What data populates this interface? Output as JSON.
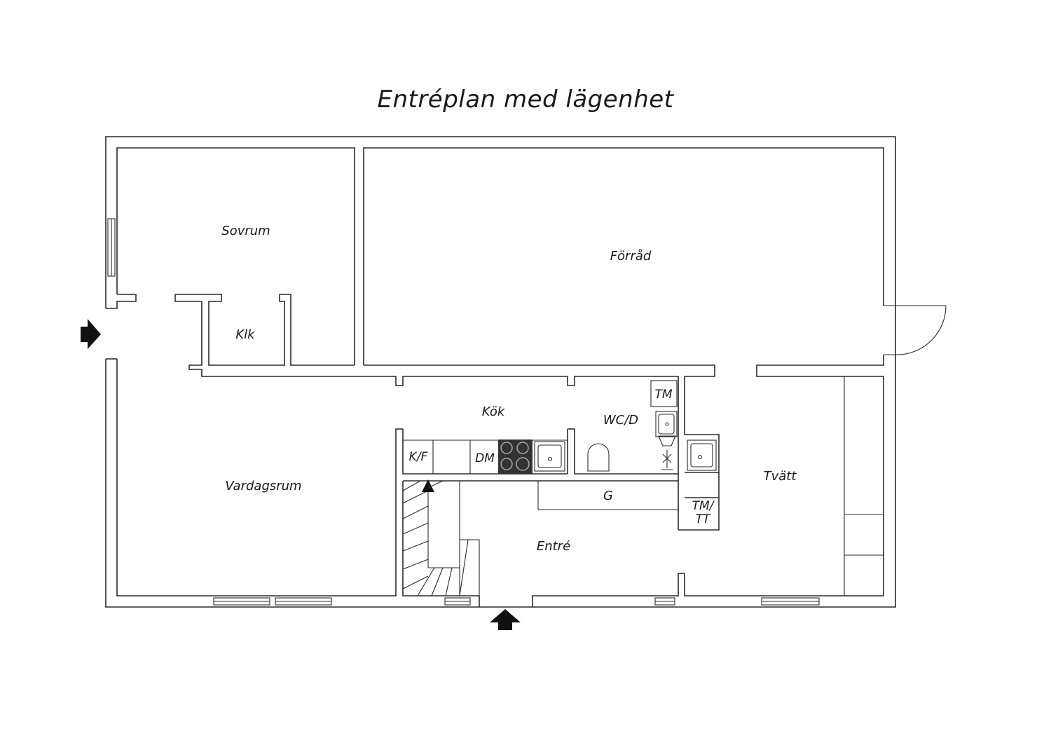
{
  "title": "Entréplan med lägenhet",
  "rooms": {
    "sovrum": "Sovrum",
    "forrad": "Förråd",
    "klk": "Klk",
    "kok": "Kök",
    "wcd": "WC/D",
    "tm": "TM",
    "vardagsrum": "Vardagsrum",
    "kf": "K/F",
    "dm": "DM",
    "g": "G",
    "tmtt_1": "TM/",
    "tmtt_2": "TT",
    "tvatt": "Tvätt",
    "entre": "Entré"
  },
  "icons": {
    "entrance_left": "arrow-right-icon",
    "entrance_bottom": "arrow-up-icon",
    "stair_direction": "arrow-up-icon"
  },
  "colors": {
    "line": "#2a2a2a",
    "stove": "#333333",
    "background": "#ffffff"
  }
}
